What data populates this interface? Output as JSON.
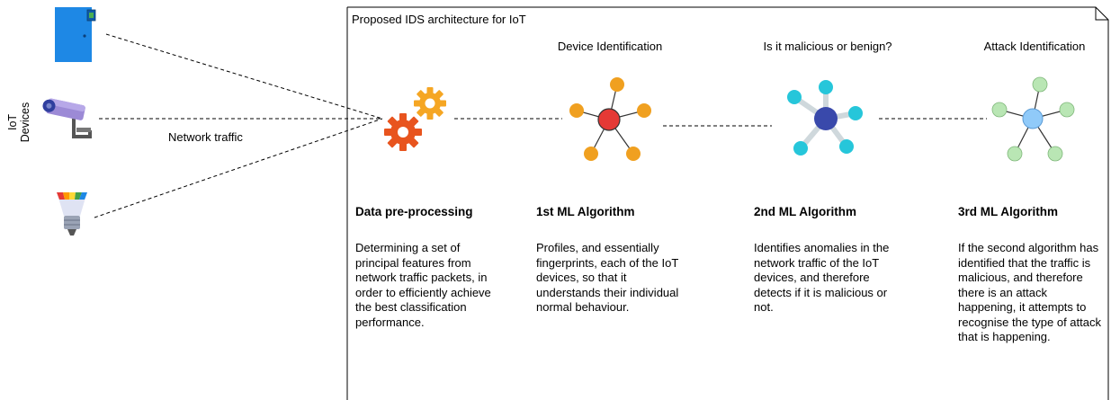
{
  "sidebar": {
    "devices_label": "IoT Devices"
  },
  "links": {
    "traffic_label": "Network traffic"
  },
  "panel": {
    "title": "Proposed IDS architecture for IoT"
  },
  "stages": [
    {
      "title": "",
      "heading": "Data pre-processing",
      "description": "Determining a set of principal features from network traffic packets, in order to efficiently achieve the best classification performance."
    },
    {
      "title": "Device Identification",
      "heading": "1st ML Algorithm",
      "description": "Profiles, and essentially fingerprints, each of the IoT devices, so that it understands their individual normal behaviour."
    },
    {
      "title": "Is it malicious or benign?",
      "heading": "2nd ML Algorithm",
      "description": "Identifies  anomalies in the network traffic of the IoT devices, and therefore detects if it is malicious or not."
    },
    {
      "title": "Attack Identification",
      "heading": "3rd ML Algorithm",
      "description": "If the second algorithm has identified that the traffic is malicious, and therefore there is an attack happening, it attempts to recognise the type of attack that is happening."
    }
  ],
  "colors": {
    "door": "#1e88e5",
    "gear": "#e8541e",
    "gear_small": "#f5a623",
    "cluster1_center": "#e53935",
    "cluster1_nodes": "#f0a020",
    "cluster2_center": "#3949ab",
    "cluster2_nodes": "#26c6da",
    "cluster3_center": "#90caf9",
    "cluster3_nodes": "#b9e6b4"
  },
  "icons": [
    "door-device-icon",
    "security-camera-icon",
    "smart-bulb-icon",
    "gears-icon",
    "network-cluster-icon"
  ]
}
